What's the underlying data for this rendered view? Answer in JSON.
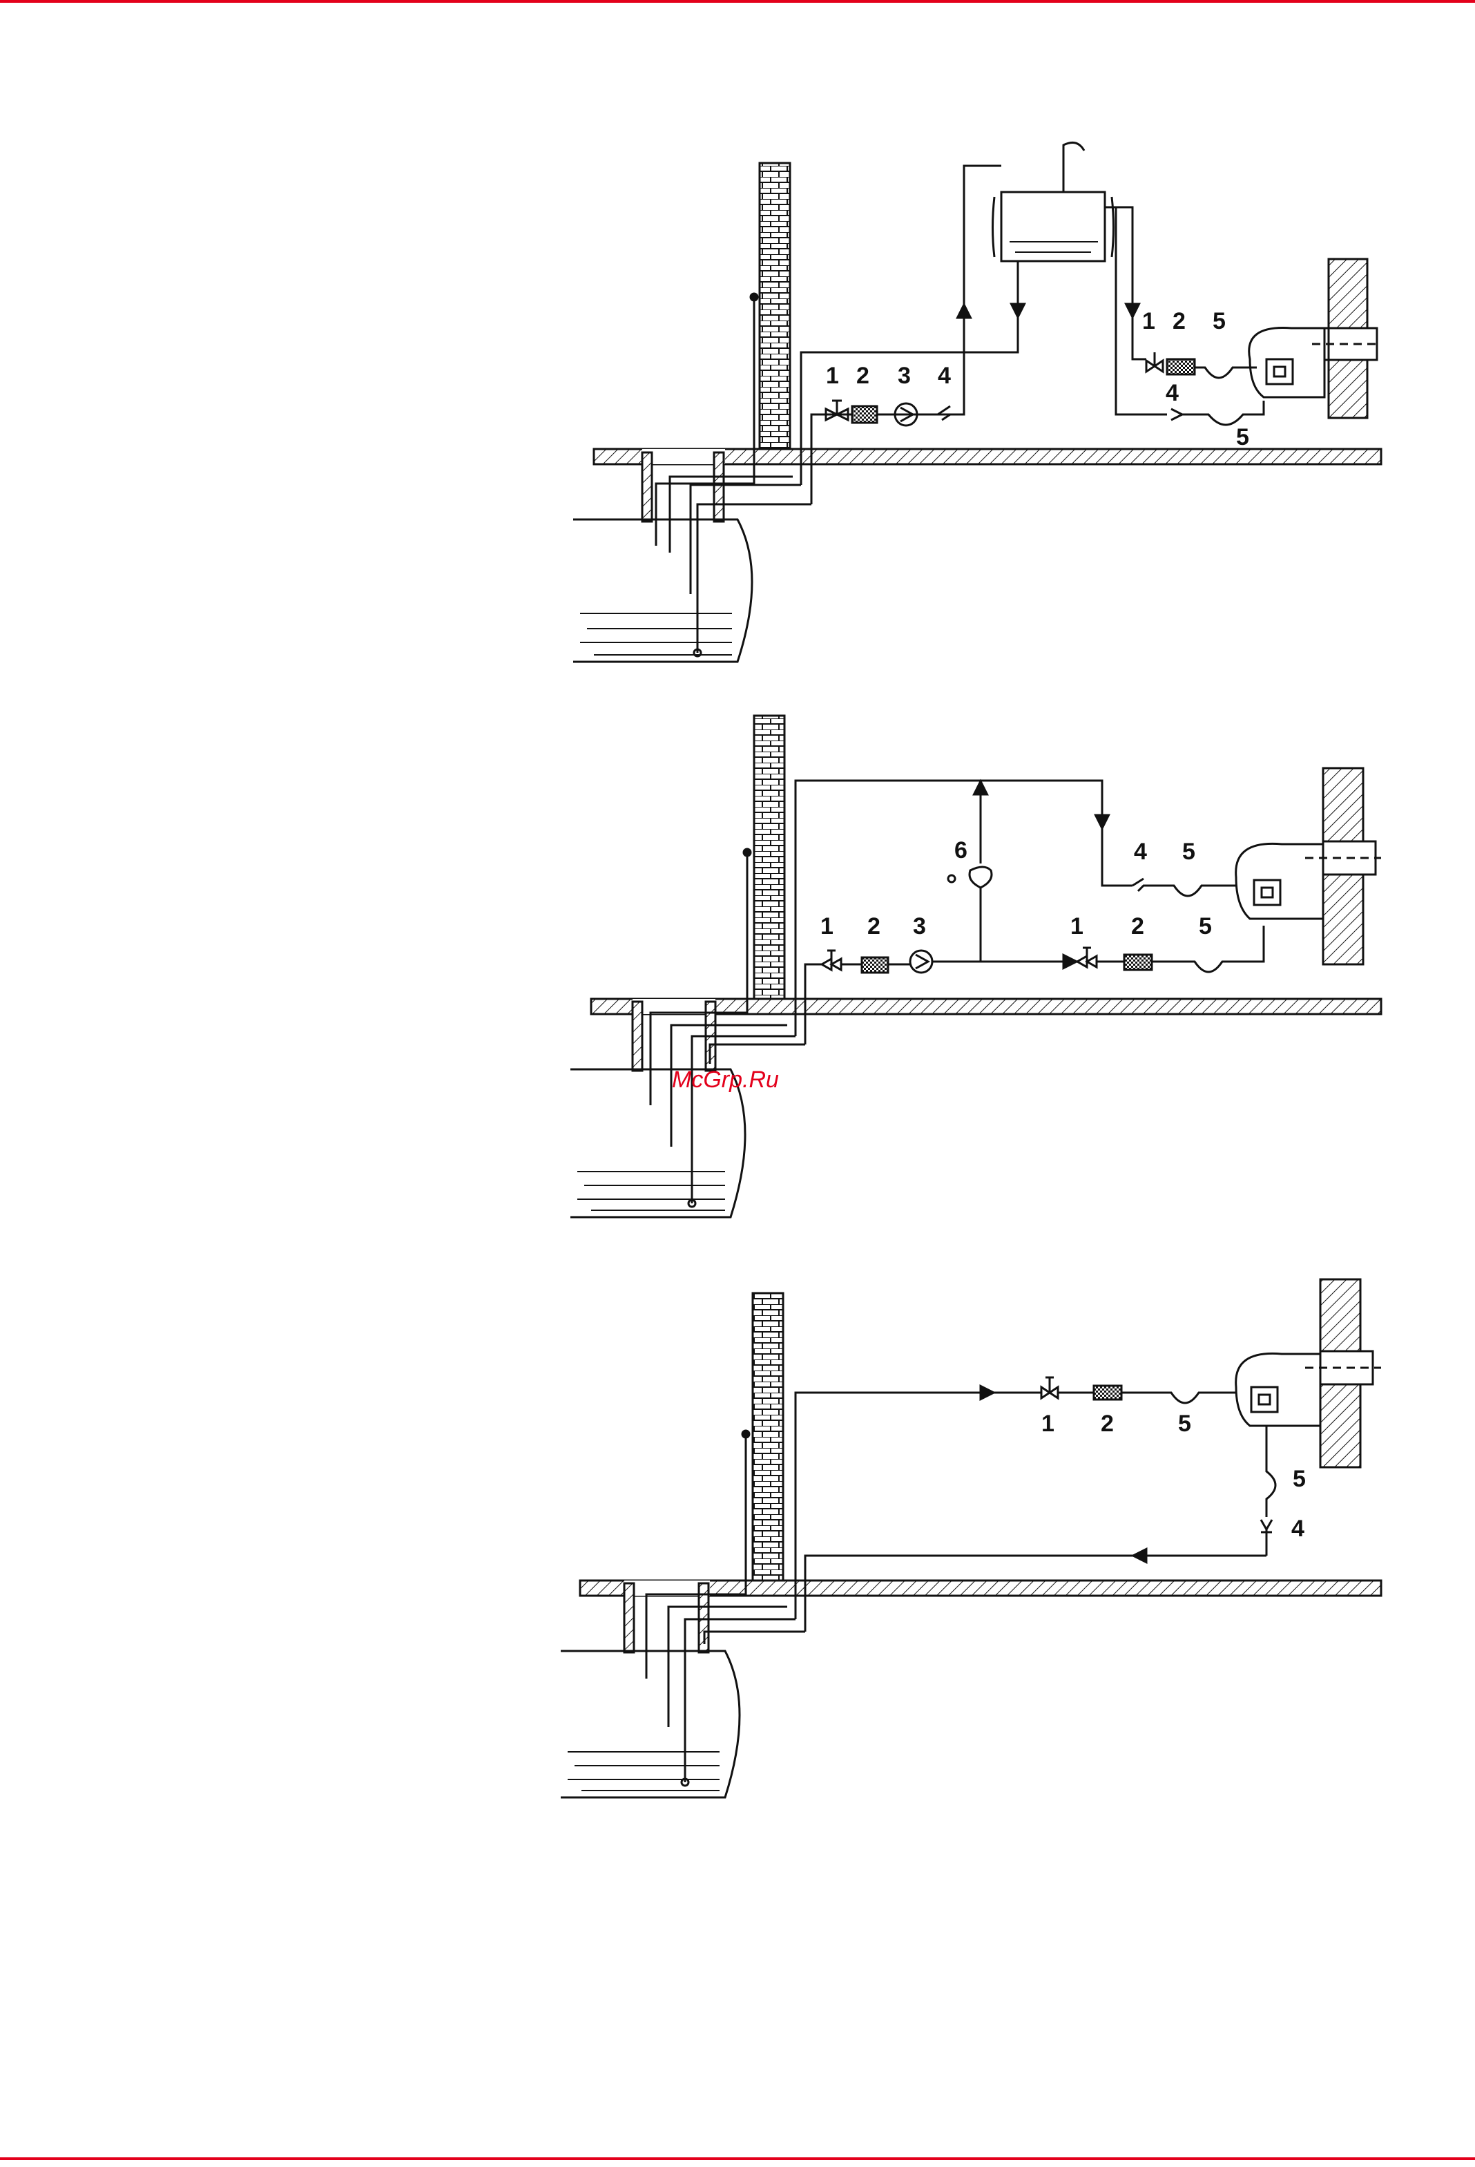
{
  "watermark": "McGrp.Ru",
  "colors": {
    "frame": "#e3001b",
    "line": "#111111",
    "watermark": "#e3001b"
  },
  "diagrams": [
    {
      "labels": {
        "valve": "1",
        "filter": "2",
        "pump": "3",
        "check_valve": "4",
        "valve_b": "1",
        "filter_b": "2",
        "hose_b": "5",
        "check_valve_b": "4",
        "hose_c": "5"
      }
    },
    {
      "labels": {
        "valve": "1",
        "filter": "2",
        "pump": "3",
        "regulator": "6",
        "check_valve": "4",
        "hose_a": "5",
        "valve_b": "1",
        "filter_b": "2",
        "hose_b": "5"
      }
    },
    {
      "labels": {
        "valve": "1",
        "filter": "2",
        "hose_a": "5",
        "hose_b": "5",
        "check_valve": "4"
      }
    }
  ]
}
